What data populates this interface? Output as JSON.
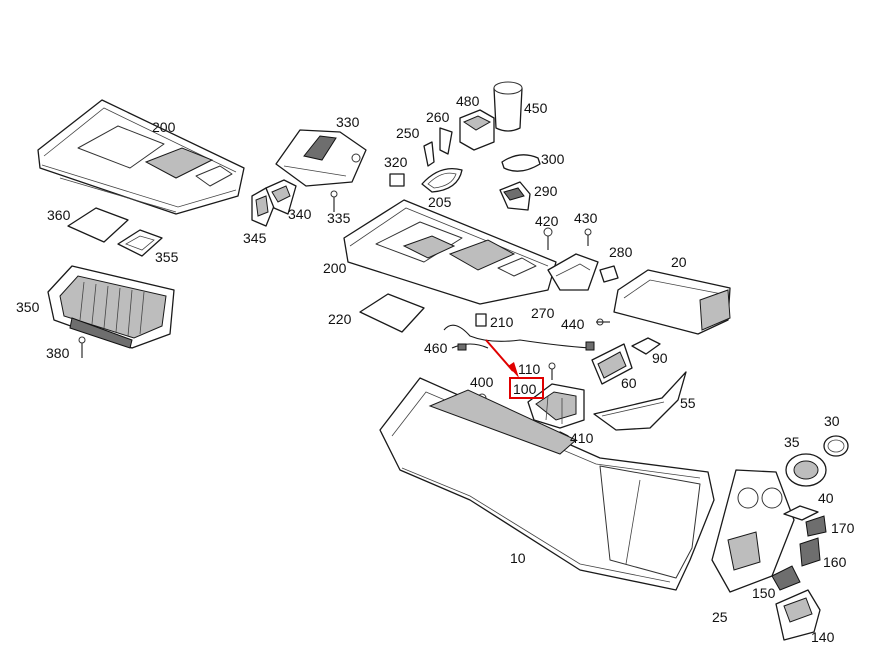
{
  "diagram": {
    "highlight": {
      "label": "100",
      "color": "#e00000"
    },
    "callouts": [
      {
        "id": "200a",
        "text": "200"
      },
      {
        "id": "330",
        "text": "330"
      },
      {
        "id": "250",
        "text": "250"
      },
      {
        "id": "260",
        "text": "260"
      },
      {
        "id": "480",
        "text": "480"
      },
      {
        "id": "450",
        "text": "450"
      },
      {
        "id": "320",
        "text": "320"
      },
      {
        "id": "300",
        "text": "300"
      },
      {
        "id": "290",
        "text": "290"
      },
      {
        "id": "205",
        "text": "205"
      },
      {
        "id": "340",
        "text": "340"
      },
      {
        "id": "335",
        "text": "335"
      },
      {
        "id": "345",
        "text": "345"
      },
      {
        "id": "360",
        "text": "360"
      },
      {
        "id": "355",
        "text": "355"
      },
      {
        "id": "420",
        "text": "420"
      },
      {
        "id": "430",
        "text": "430"
      },
      {
        "id": "280",
        "text": "280"
      },
      {
        "id": "200b",
        "text": "200"
      },
      {
        "id": "20",
        "text": "20"
      },
      {
        "id": "350",
        "text": "350"
      },
      {
        "id": "270",
        "text": "270"
      },
      {
        "id": "440",
        "text": "440"
      },
      {
        "id": "220",
        "text": "220"
      },
      {
        "id": "210",
        "text": "210"
      },
      {
        "id": "380",
        "text": "380"
      },
      {
        "id": "460",
        "text": "460"
      },
      {
        "id": "90",
        "text": "90"
      },
      {
        "id": "110",
        "text": "110"
      },
      {
        "id": "400",
        "text": "400"
      },
      {
        "id": "100",
        "text": "100"
      },
      {
        "id": "60",
        "text": "60"
      },
      {
        "id": "55",
        "text": "55"
      },
      {
        "id": "410",
        "text": "410"
      },
      {
        "id": "30",
        "text": "30"
      },
      {
        "id": "35",
        "text": "35"
      },
      {
        "id": "40",
        "text": "40"
      },
      {
        "id": "170",
        "text": "170"
      },
      {
        "id": "10",
        "text": "10"
      },
      {
        "id": "160",
        "text": "160"
      },
      {
        "id": "150",
        "text": "150"
      },
      {
        "id": "25",
        "text": "25"
      },
      {
        "id": "140",
        "text": "140"
      }
    ]
  }
}
